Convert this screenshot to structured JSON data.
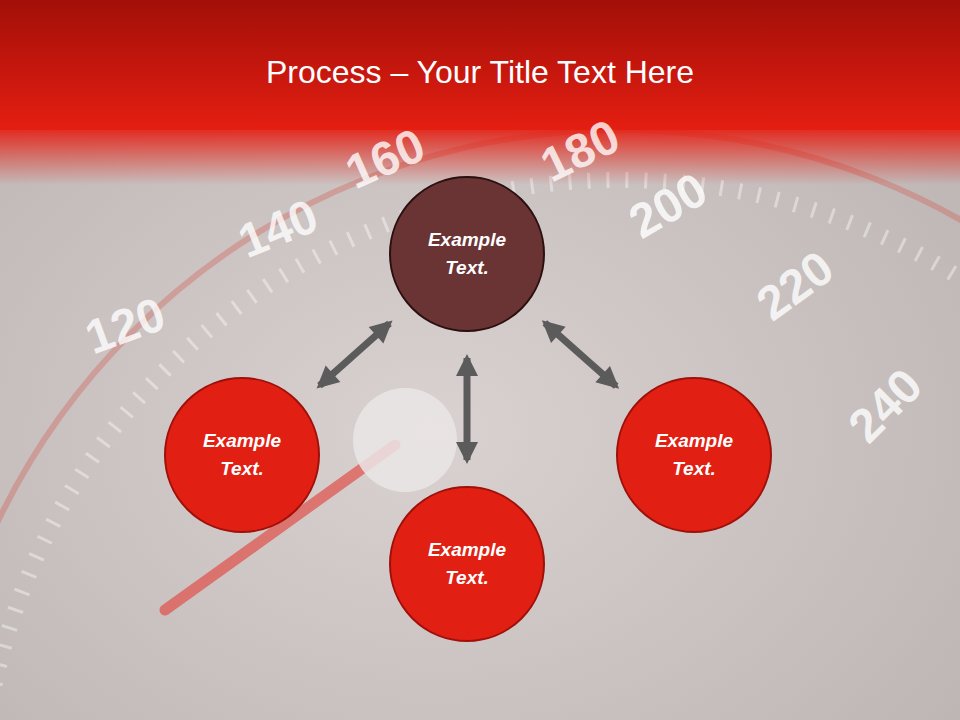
{
  "diagram": {
    "title": "Process – Your Title Text Here",
    "nodes": [
      {
        "text": [
          "Example Text."
        ]
      },
      {
        "text": [
          "Example Text."
        ]
      },
      {
        "text": [
          "Example Text."
        ]
      },
      {
        "text": [
          "Example Text."
        ]
      }
    ],
    "edges": [
      {
        "from": 0,
        "to": 1,
        "arrow": "both"
      },
      {
        "from": 0,
        "to": 2,
        "arrow": "both"
      },
      {
        "from": 0,
        "to": 3,
        "arrow": "both"
      }
    ],
    "labels": [
      "120",
      "140",
      "160",
      "180",
      "200",
      "220",
      "240"
    ]
  }
}
